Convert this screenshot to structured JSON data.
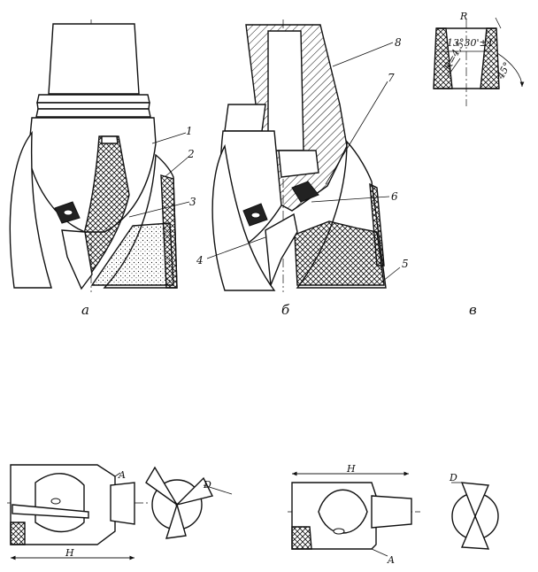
{
  "figures": {
    "a": {
      "caption": "а",
      "labels": [
        "1",
        "2",
        "3"
      ]
    },
    "b": {
      "caption": "б",
      "labels": [
        "4",
        "5",
        "6",
        "7",
        "8"
      ]
    },
    "v": {
      "caption": "в",
      "angle_label": "13°30'±1'",
      "radius_label": "R=4,5",
      "angle2_label": "45°",
      "corner_label": "R"
    }
  },
  "lower_left": {
    "label_A": "A",
    "label_H": "H",
    "label_D": "D"
  },
  "lower_right": {
    "label_A": "A",
    "label_H": "H",
    "label_D": "D"
  }
}
